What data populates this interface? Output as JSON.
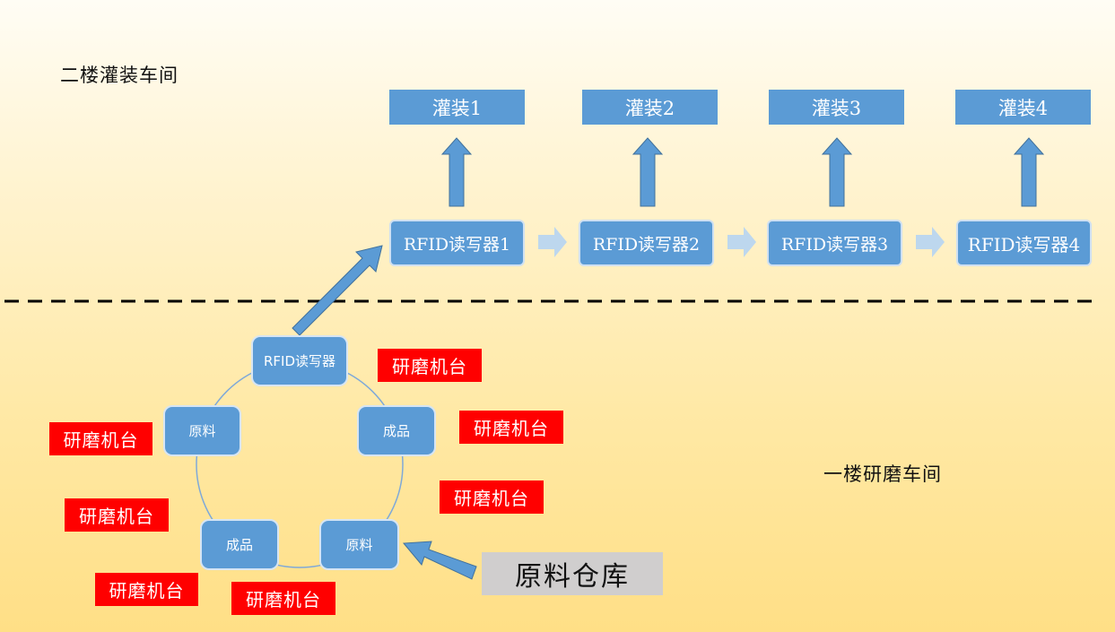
{
  "upper_floor": {
    "title": "二楼灌装车间"
  },
  "lower_floor": {
    "title": "一楼研磨车间"
  },
  "filling_stations": [
    "灌装1",
    "灌装2",
    "灌装3",
    "灌装4"
  ],
  "upper_readers": [
    "RFID读写器1",
    "RFID读写器2",
    "RFID读写器3",
    "RFID读写器4"
  ],
  "cycle_nodes": {
    "reader": "RFID读写器",
    "raw_left": "原料",
    "finished_right": "成品",
    "finished_bottom": "成品",
    "raw_bottom": "原料"
  },
  "grinding_machines": [
    "研磨机台",
    "研磨机台",
    "研磨机台",
    "研磨机台",
    "研磨机台",
    "研磨机台"
  ],
  "warehouse": {
    "label": "原料仓库"
  },
  "colors": {
    "box_blue": "#5b9bd5",
    "arrow_light": "#bdd7ee",
    "machine_red": "#ff0000",
    "warehouse_gray": "#d0cece"
  }
}
